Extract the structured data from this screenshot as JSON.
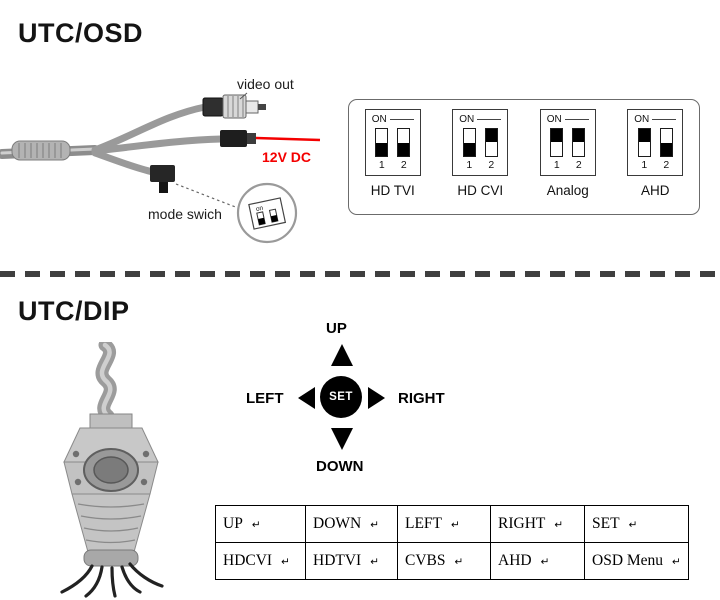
{
  "osd": {
    "title": "UTC/OSD",
    "video_out_label": "video out",
    "power_label": "12V DC",
    "power_color": "#f40000",
    "mode_switch_label": "mode swich",
    "mini_switch": {
      "on_label": "on"
    },
    "dip_panel": {
      "on_label": "ON",
      "pin_labels": [
        "1",
        "2"
      ],
      "modes": [
        {
          "label": "HD TVI",
          "switches": [
            false,
            false
          ]
        },
        {
          "label": "HD CVI",
          "switches": [
            false,
            true
          ]
        },
        {
          "label": "Analog",
          "switches": [
            true,
            true
          ]
        },
        {
          "label": "AHD",
          "switches": [
            true,
            false
          ]
        }
      ]
    }
  },
  "dip": {
    "title": "UTC/DIP",
    "dpad": {
      "up": "UP",
      "down": "DOWN",
      "left": "LEFT",
      "right": "RIGHT",
      "set": "SET"
    },
    "table": {
      "paragraph_mark": "↵",
      "rows": [
        [
          "UP",
          "DOWN",
          "LEFT",
          "RIGHT",
          "SET"
        ],
        [
          "HDCVI",
          "HDTVI",
          "CVBS",
          "AHD",
          "OSD Menu"
        ]
      ]
    }
  }
}
